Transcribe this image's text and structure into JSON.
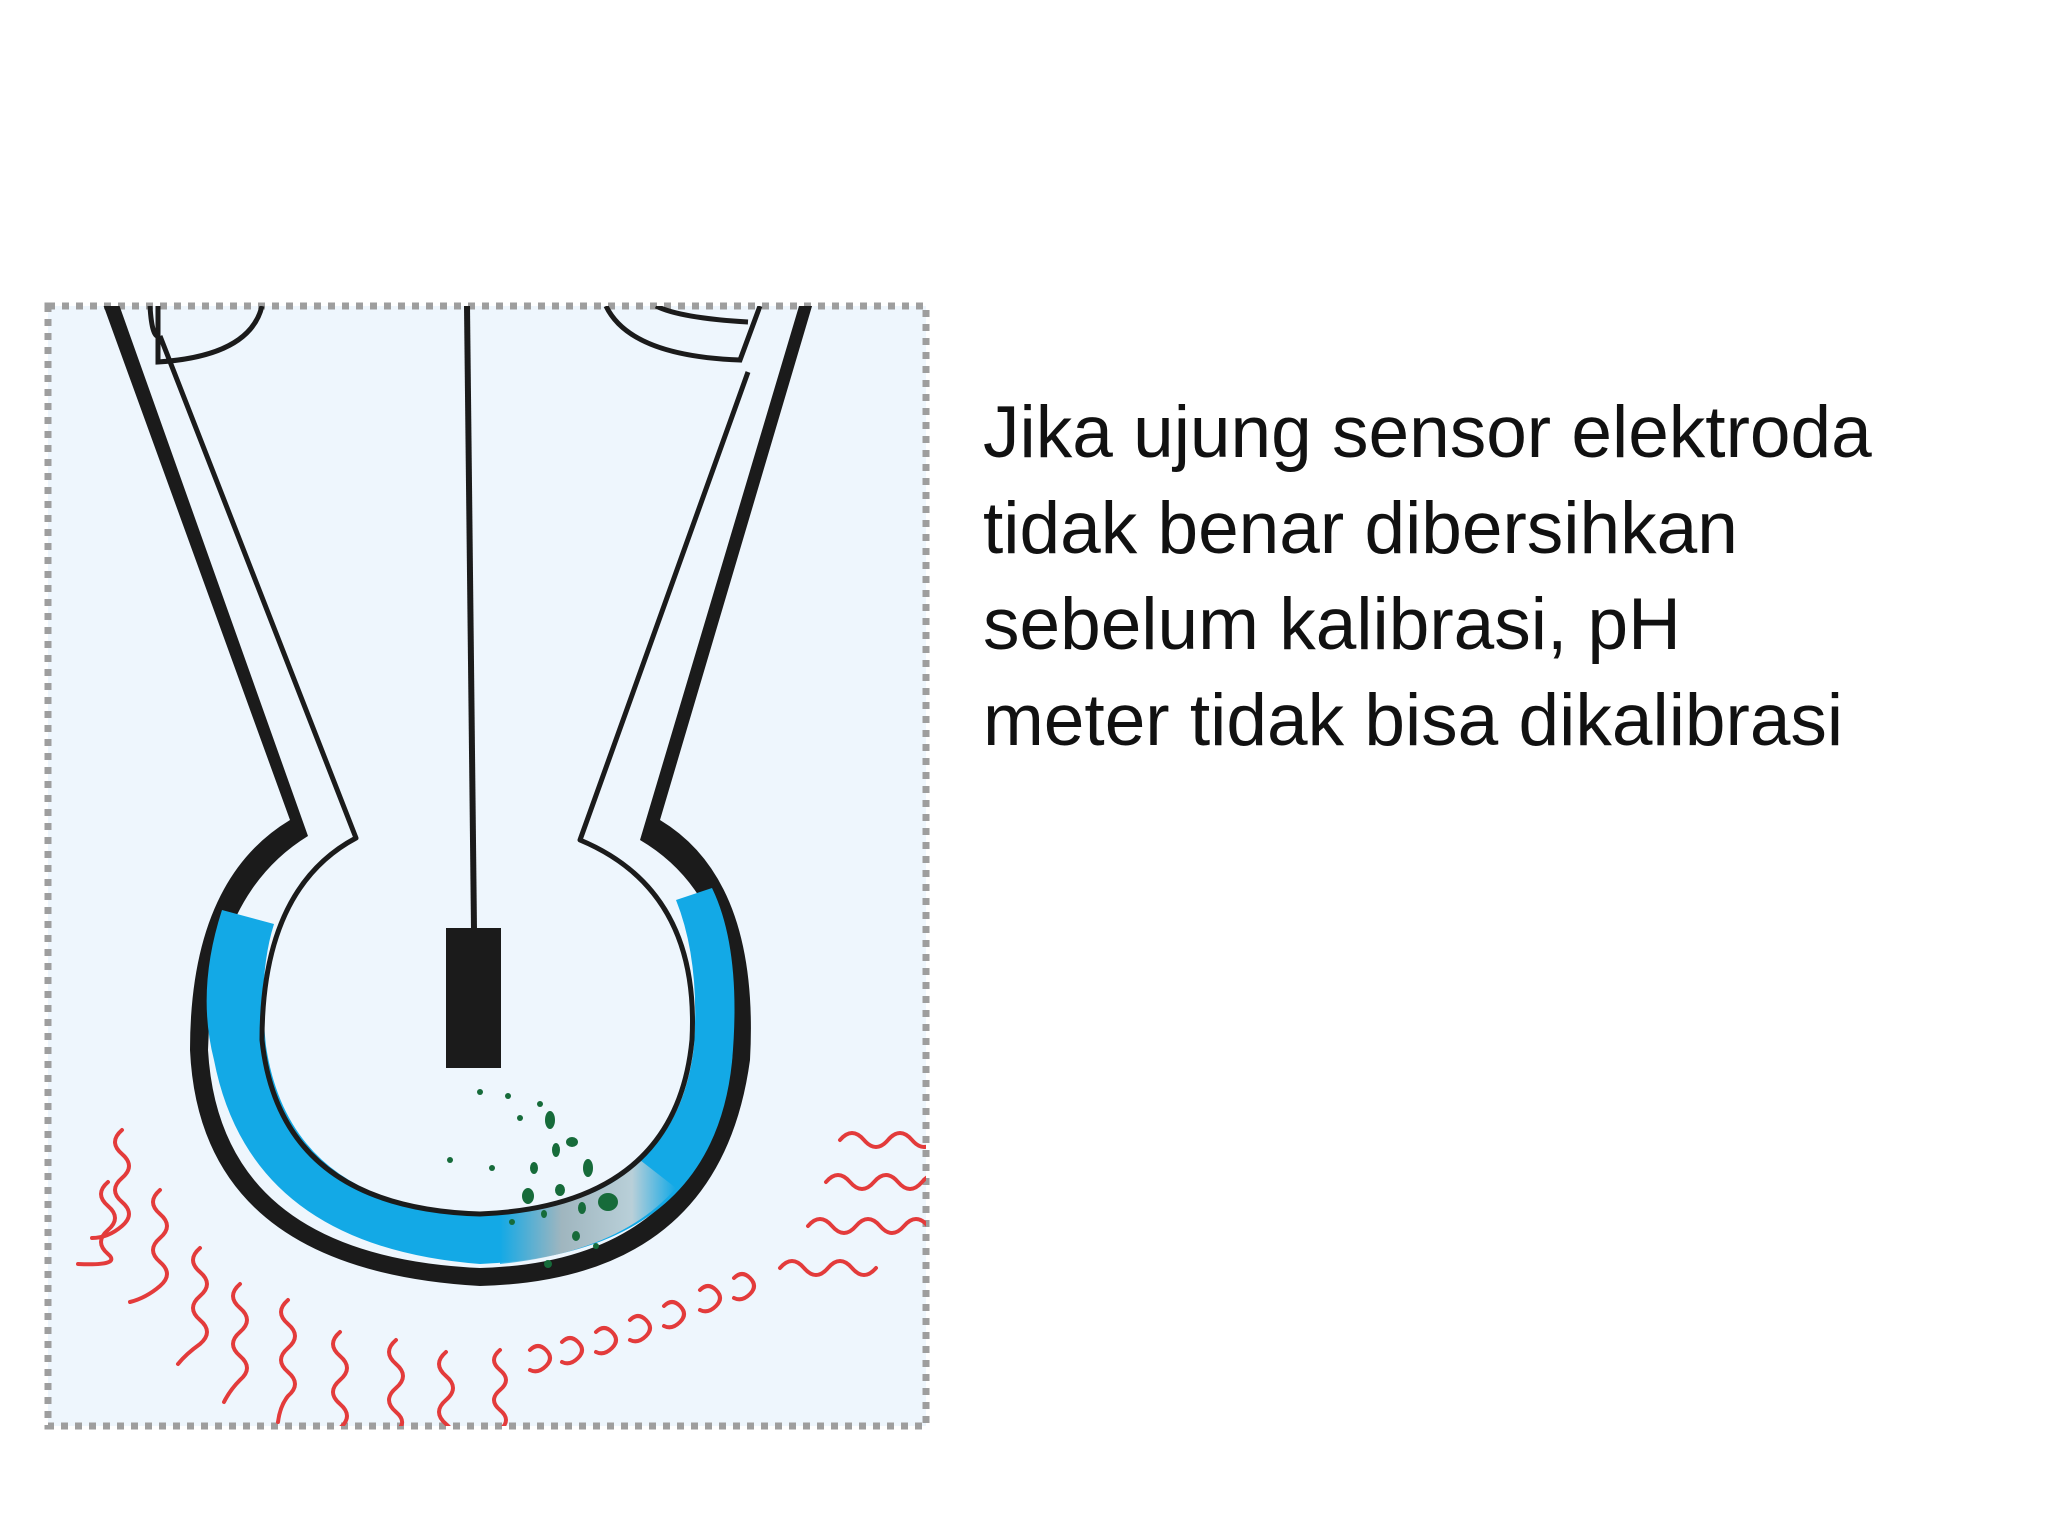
{
  "caption": {
    "lines": [
      "Jika ujung sensor elektroda",
      "tidak benar dibersihkan",
      "sebelum kalibrasi, pH",
      "meter tidak bisa dikalibrasi"
    ]
  },
  "illustration": {
    "subject": "ph-electrode-tip",
    "colors": {
      "frame_border": "#9e9e9e",
      "frame_fill": "#eef6fd",
      "glass_outline": "#1b1b1b",
      "solution": "#13a9e6",
      "contamination": "#166b3a",
      "heat_waves": "#e33b3b",
      "residue": "#b0b0b0"
    }
  }
}
